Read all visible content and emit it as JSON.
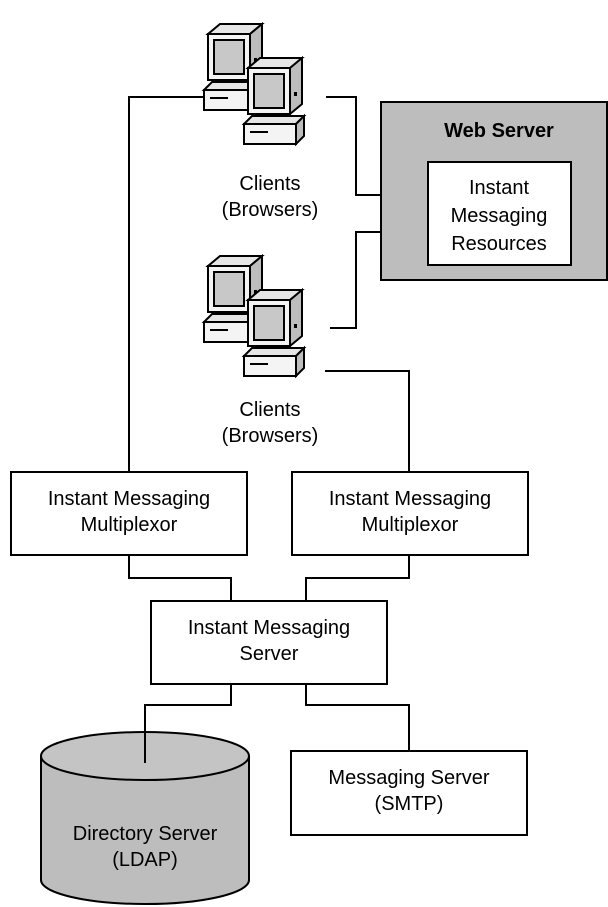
{
  "clients_top": {
    "line1": "Clients",
    "line2": "(Browsers)"
  },
  "clients_bottom": {
    "line1": "Clients",
    "line2": "(Browsers)"
  },
  "web_server": {
    "title": "Web Server",
    "resources": {
      "line1": "Instant",
      "line2": "Messaging",
      "line3": "Resources"
    }
  },
  "multiplexor_left": {
    "line1": "Instant Messaging",
    "line2": "Multiplexor"
  },
  "multiplexor_right": {
    "line1": "Instant Messaging",
    "line2": "Multiplexor"
  },
  "im_server": {
    "line1": "Instant Messaging",
    "line2": "Server"
  },
  "directory_server": {
    "line1": "Directory Server",
    "line2": "(LDAP)"
  },
  "messaging_server": {
    "line1": "Messaging Server",
    "line2": "(SMTP)"
  },
  "colors": {
    "box_gray": "#bdbdbd",
    "screen_gray": "#c8c8c8",
    "line": "#000000"
  }
}
